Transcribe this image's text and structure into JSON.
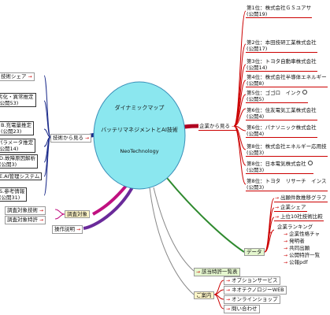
{
  "center": {
    "line1": "ダイナミックマップ",
    "line2": "バッテリマネジメントとAI技術",
    "line3": "NeoTechnology"
  },
  "companies": {
    "label": "企業から見る",
    "items": [
      {
        "name": "第1位：株式会社ＧＳユアサ",
        "count": "(公開19)"
      },
      {
        "name": "第2位：本田技研工業株式会社",
        "count": "(公開17)"
      },
      {
        "name": "第3位：トヨタ自動車株式会社",
        "count": "(公開14)"
      },
      {
        "name": "第4位：株式会社半導体エネルギー",
        "count": "(公開8)"
      },
      {
        "name": "第5位：ゴゴロ　インク",
        "count": "(公開5)"
      },
      {
        "name": "第6位：住友電気工業株式会社",
        "count": "(公開4)"
      },
      {
        "name": "第6位：パナソニック株式会社",
        "count": "(公開4)"
      },
      {
        "name": "第8位：株式会社エネルギー応用技",
        "count": "(公開3)"
      },
      {
        "name": "第8位：日本電気株式会社",
        "count": "(公開3)"
      },
      {
        "name": "第8位：トヨタ　リサーチ　インス",
        "count": "(公開3)"
      }
    ]
  },
  "tech": {
    "label": "技術から見る",
    "items": [
      {
        "name": "技術シェア",
        "count": ""
      },
      {
        "name": "劣化・異常推定",
        "count": "(公開53)"
      },
      {
        "name": "B.充電量推定",
        "count": "(公開23)"
      },
      {
        "name": "パラメータ推定",
        "count": "(公開14)"
      },
      {
        "name": "D.故障原因解析",
        "count": "(公開3)"
      },
      {
        "name": "E.AI管理システム",
        "count": ""
      },
      {
        "name": "S.参考情報",
        "count": "(公開31)"
      }
    ]
  },
  "target": {
    "label": "調査対象",
    "items": [
      "調査対象技術",
      "調査対象特許"
    ]
  },
  "manual": "操作説明",
  "data": {
    "label": "データ",
    "items": [
      "出願件数推移グラフ",
      "企業シェア",
      "上位10社技術比較"
    ],
    "ranking": {
      "title": "企業ランキング",
      "items": [
        "企業性格チャ",
        "発明者",
        "共同出願",
        "公開特許一覧",
        "公報pdf"
      ]
    }
  },
  "patent_list": "該当特許一覧表",
  "guide": {
    "label": "ご案内",
    "items": [
      "オプションサービス",
      "ネオテクノロジーWEB",
      "オンラインショップ",
      "問い合わせ"
    ]
  }
}
